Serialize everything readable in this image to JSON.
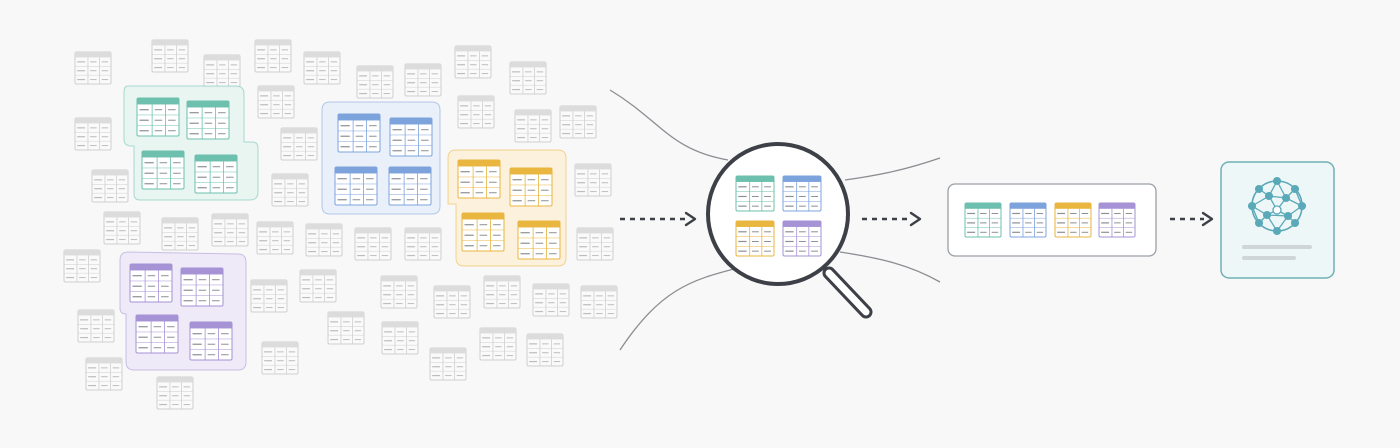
{
  "diagram": {
    "background": "#f8f8f8",
    "colors": {
      "table_grey_border": "#cfcfcf",
      "table_grey_header": "#dcdcdc",
      "table_grey_line": "#bdbdbd",
      "teal": "#6dbfae",
      "teal_fill": "#e6f4f0",
      "blue": "#7da3dc",
      "blue_fill": "#e6eef9",
      "gold": "#e9b63f",
      "gold_fill": "#fbf0d7",
      "purple": "#a693d6",
      "purple_fill": "#ede8f7",
      "dark": "#3d4047",
      "box_border": "#9aa0a6",
      "result_border": "#6fb0b5",
      "result_fill": "#eef7f8",
      "network_node": "#5aa9b8"
    },
    "stages": [
      {
        "id": "data-lake",
        "description_icon": "scattered-tables"
      },
      {
        "id": "search",
        "description_icon": "magnifier-icon"
      },
      {
        "id": "selected-tables",
        "description_icon": "table-row"
      },
      {
        "id": "model",
        "description_icon": "network-sphere-icon"
      }
    ],
    "clusters": [
      "teal",
      "blue",
      "gold",
      "purple"
    ]
  }
}
